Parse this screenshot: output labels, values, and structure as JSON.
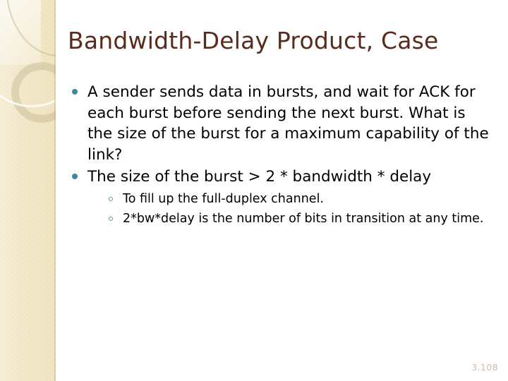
{
  "slide": {
    "title": "Bandwidth-Delay Product, Case",
    "page_number": "3.108",
    "colors": {
      "title": "#5a2a1a",
      "body_text": "#000000",
      "bullet_level1": "#3d8a9e",
      "bullet_level2": "#6b93a6",
      "sidebar_base": "#efe2bd",
      "page_number": "#c8c0a8",
      "background": "#ffffff"
    }
  },
  "content": {
    "bullets": [
      {
        "text": "A sender sends data in bursts, and wait for ACK for each burst before sending the next burst. What is the size of the burst for a maximum capability of the link?",
        "marker": "filled-circle-bullet",
        "sub_bullets": []
      },
      {
        "text": "The size of the burst > 2 * bandwidth * delay",
        "marker": "filled-circle-bullet",
        "sub_bullets": [
          {
            "text": "To fill up the full-duplex channel.",
            "marker": "hollow-circle-bullet"
          },
          {
            "text": "2*bw*delay is the number of bits in transition at any time.",
            "marker": "hollow-circle-bullet"
          }
        ]
      }
    ]
  },
  "decoration": {
    "sidebar_name": "decorative-sidebar",
    "shapes": [
      "large-ring",
      "light-arc",
      "tan-arc",
      "top-wash-panel"
    ]
  }
}
